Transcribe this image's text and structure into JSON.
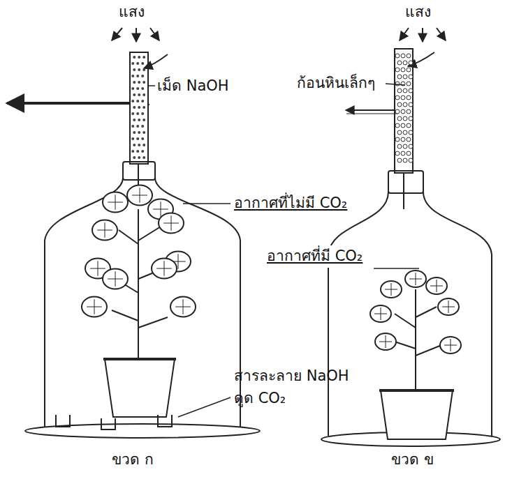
{
  "diagram": {
    "labels": [
      "แสง",
      "แสง",
      "เม็ด NaOH",
      "ก้อนหินเล็กๆ",
      "อากาศที่ไม่มี CO₂",
      "อากาศที่มี CO₂",
      "สารละลาย NaOH ดูด CO₂",
      "ขวด ก",
      "ขวด ข"
    ]
  }
}
